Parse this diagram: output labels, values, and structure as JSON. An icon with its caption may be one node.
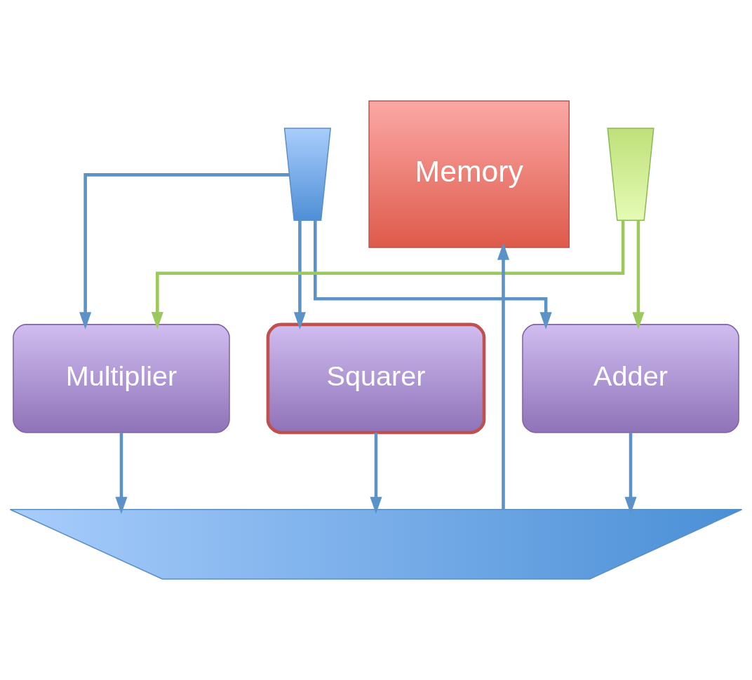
{
  "diagram": {
    "nodes": [
      {
        "text": [],
        "shape": "trapezoid"
      },
      {
        "text": [
          "Memory"
        ]
      },
      {
        "text": [],
        "shape": "trapezoid"
      },
      {
        "text": [
          "Multiplier"
        ]
      },
      {
        "text": [
          "Squarer"
        ]
      },
      {
        "text": [
          "Adder"
        ]
      },
      {
        "text": [],
        "shape": "trapezoid"
      }
    ],
    "edges": [
      {
        "from": 0,
        "to": 3,
        "arrow": "to"
      },
      {
        "from": 0,
        "to": 4,
        "arrow": "to"
      },
      {
        "from": 0,
        "to": 5,
        "arrow": "to"
      },
      {
        "from": 2,
        "to": 3,
        "arrow": "to",
        "color": "#9bc95b"
      },
      {
        "from": 2,
        "to": 5,
        "arrow": "to",
        "color": "#9bc95b"
      },
      {
        "from": 3,
        "to": 6,
        "arrow": "to"
      },
      {
        "from": 4,
        "to": 6,
        "arrow": "to"
      },
      {
        "from": 5,
        "to": 6,
        "arrow": "to"
      },
      {
        "from": 6,
        "to": 1,
        "arrow": "to"
      }
    ]
  }
}
